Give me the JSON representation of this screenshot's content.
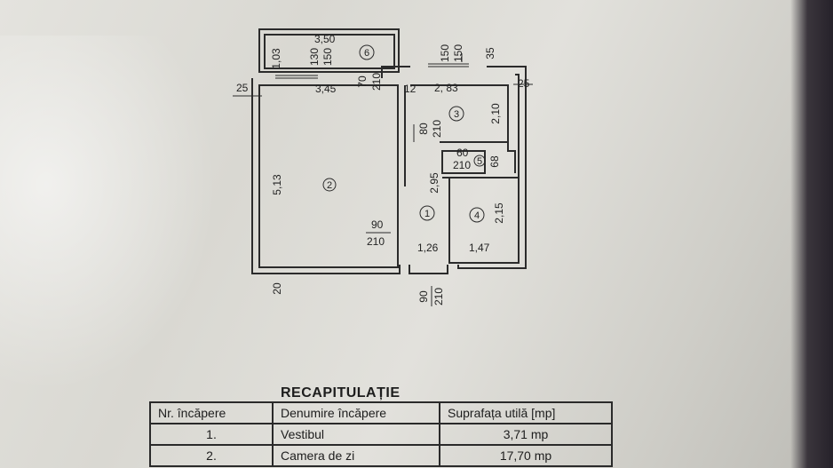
{
  "plan": {
    "dims": {
      "top_width": "3,50",
      "left_top_small": "1,03",
      "win6_a": "130",
      "win6_b": "150",
      "win3_a": "150",
      "win3_b": "150",
      "right_top": "35",
      "left_edge": "25",
      "right_edge": "25",
      "room2_width": "3,45",
      "door6_a": "70",
      "door6_b": "210",
      "wall12": "12",
      "room3_width": "2, 83",
      "door3_a": "80",
      "door3_b": "210",
      "room3_height": "2,10",
      "door5_a": "60",
      "door5_b": "210",
      "room5_height": "68",
      "room2_height": "5,13",
      "corr_height": "2,95",
      "room4_height": "2,15",
      "door2_a": "90",
      "door2_b": "210",
      "vest_width": "1,26",
      "room4_width": "1,47",
      "bottom_left": "20",
      "entry_a": "90",
      "entry_b": "210"
    },
    "rooms": {
      "r1": "1",
      "r2": "2",
      "r3": "3",
      "r4": "4",
      "r5": "5",
      "r6": "6"
    }
  },
  "recap": {
    "title": "RECAPITULAȚIE",
    "headers": [
      "Nr. încăpere",
      "Denumire încăpere",
      "Suprafața utilă [mp]"
    ],
    "rows": [
      {
        "nr": "1.",
        "name": "Vestibul",
        "area": "3,71 mp"
      },
      {
        "nr": "2.",
        "name": "Camera de zi",
        "area": "17,70 mp"
      }
    ]
  }
}
